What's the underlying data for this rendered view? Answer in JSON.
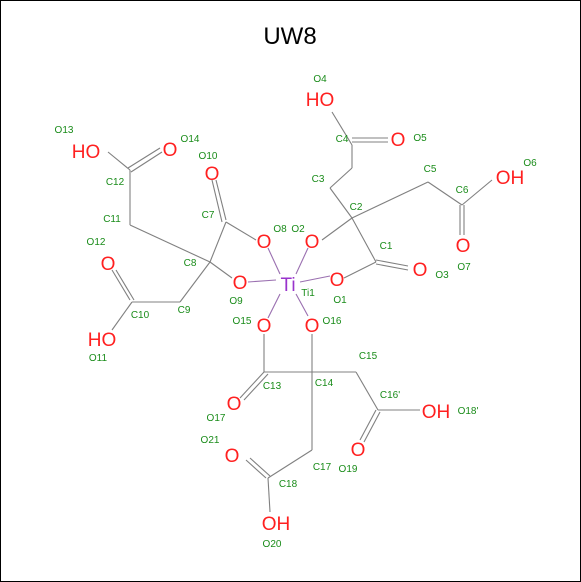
{
  "title": "UW8",
  "colors": {
    "oxygen": "#ff2020",
    "titanium": "#9933cc",
    "label": "#1a8c1a",
    "bond": "#808080",
    "frame": "#000000"
  },
  "groups": {
    "o4": "HO",
    "o5": "O",
    "o6": "OH",
    "o7": "O",
    "o3": "O",
    "o2": "O",
    "o1": "O",
    "o13": "HO",
    "o14": "O",
    "o10": "O",
    "o8": "O",
    "o9": "O",
    "o12": "O",
    "o11": "HO",
    "o15": "O",
    "o16": "O",
    "o17": "O",
    "o18": "OH",
    "o19": "O",
    "o21": "O",
    "o20": "OH",
    "ti": "Ti"
  },
  "labels": {
    "O4": "O4",
    "O5": "O5",
    "C4": "C4",
    "C5": "C5",
    "O6": "O6",
    "C6": "C6",
    "C3": "C3",
    "C2": "C2",
    "O2": "O2",
    "O8": "O8",
    "C1": "C1",
    "O3": "O3",
    "O7": "O7",
    "Ti1": "Ti1",
    "O1": "O1",
    "O13": "O13",
    "O14": "O14",
    "O10": "O10",
    "C12": "C12",
    "C7": "C7",
    "C11": "C11",
    "O12": "O12",
    "C8": "C8",
    "O9": "O9",
    "C9": "C9",
    "C10": "C10",
    "O11": "O11",
    "O15": "O15",
    "O16": "O16",
    "C15": "C15",
    "C13": "C13",
    "C14": "C14",
    "C16p": "C16'",
    "O18p": "O18'",
    "O17": "O17",
    "O21": "O21",
    "C17": "C17",
    "O19": "O19",
    "C18": "C18",
    "O20": "O20"
  }
}
